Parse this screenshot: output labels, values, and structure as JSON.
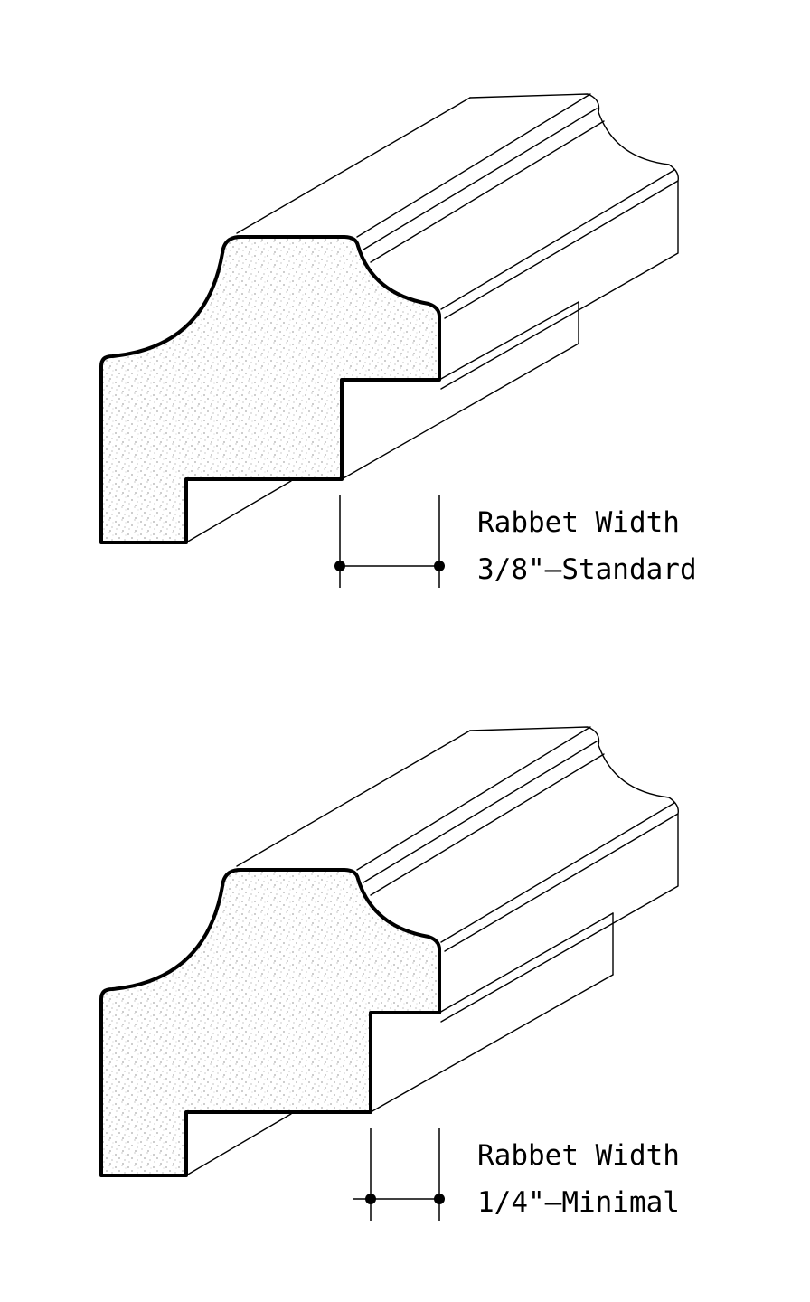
{
  "details": [
    {
      "id": "standard",
      "label_line1": "Rabbet Width",
      "label_line2": "3/8\"–Standard",
      "rabbet_width_in": 0.375
    },
    {
      "id": "minimal",
      "label_line1": "Rabbet Width",
      "label_line2": "1/4\"–Minimal",
      "rabbet_width_in": 0.25
    }
  ],
  "colors": {
    "line": "#000000",
    "background": "#ffffff"
  }
}
